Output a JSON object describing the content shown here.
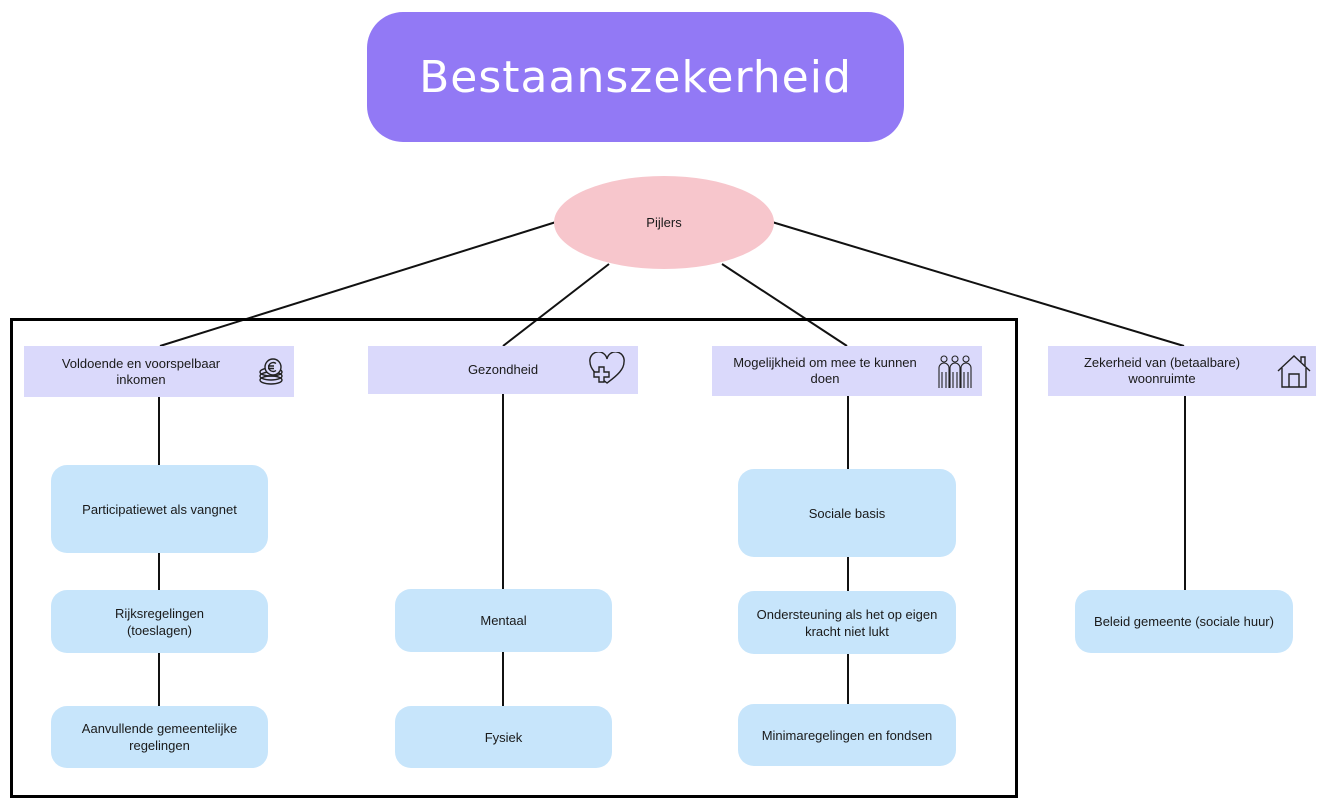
{
  "title": "Bestaanszekerheid",
  "root": "Pijlers",
  "pillars": [
    {
      "label": "Voldoende en voorspelbaar inkomen",
      "icon": "euro-coins-icon"
    },
    {
      "label": "Gezondheid",
      "icon": "heart-cross-icon"
    },
    {
      "label": "Mogelijkheid om mee te kunnen doen",
      "icon": "group-people-icon"
    },
    {
      "label": "Zekerheid van (betaalbare) woonruimte",
      "icon": "house-icon"
    }
  ],
  "items": {
    "inkomen": [
      "Participatiewet als vangnet",
      "Rijksregelingen (toeslagen)",
      "Aanvullende gemeentelijke regelingen"
    ],
    "gezondheid": [
      "Mentaal",
      "Fysiek"
    ],
    "meedoen": [
      "Sociale basis",
      "Ondersteuning als het op eigen kracht niet lukt",
      "Minimaregelingen en fondsen"
    ],
    "woonruimte": [
      "Beleid gemeente (sociale huur)"
    ]
  },
  "colors": {
    "title_bg": "#9279f5",
    "root_bg": "#f7c6cc",
    "pillar_bg": "#dad9fb",
    "leaf_bg": "#c7e5fb"
  }
}
